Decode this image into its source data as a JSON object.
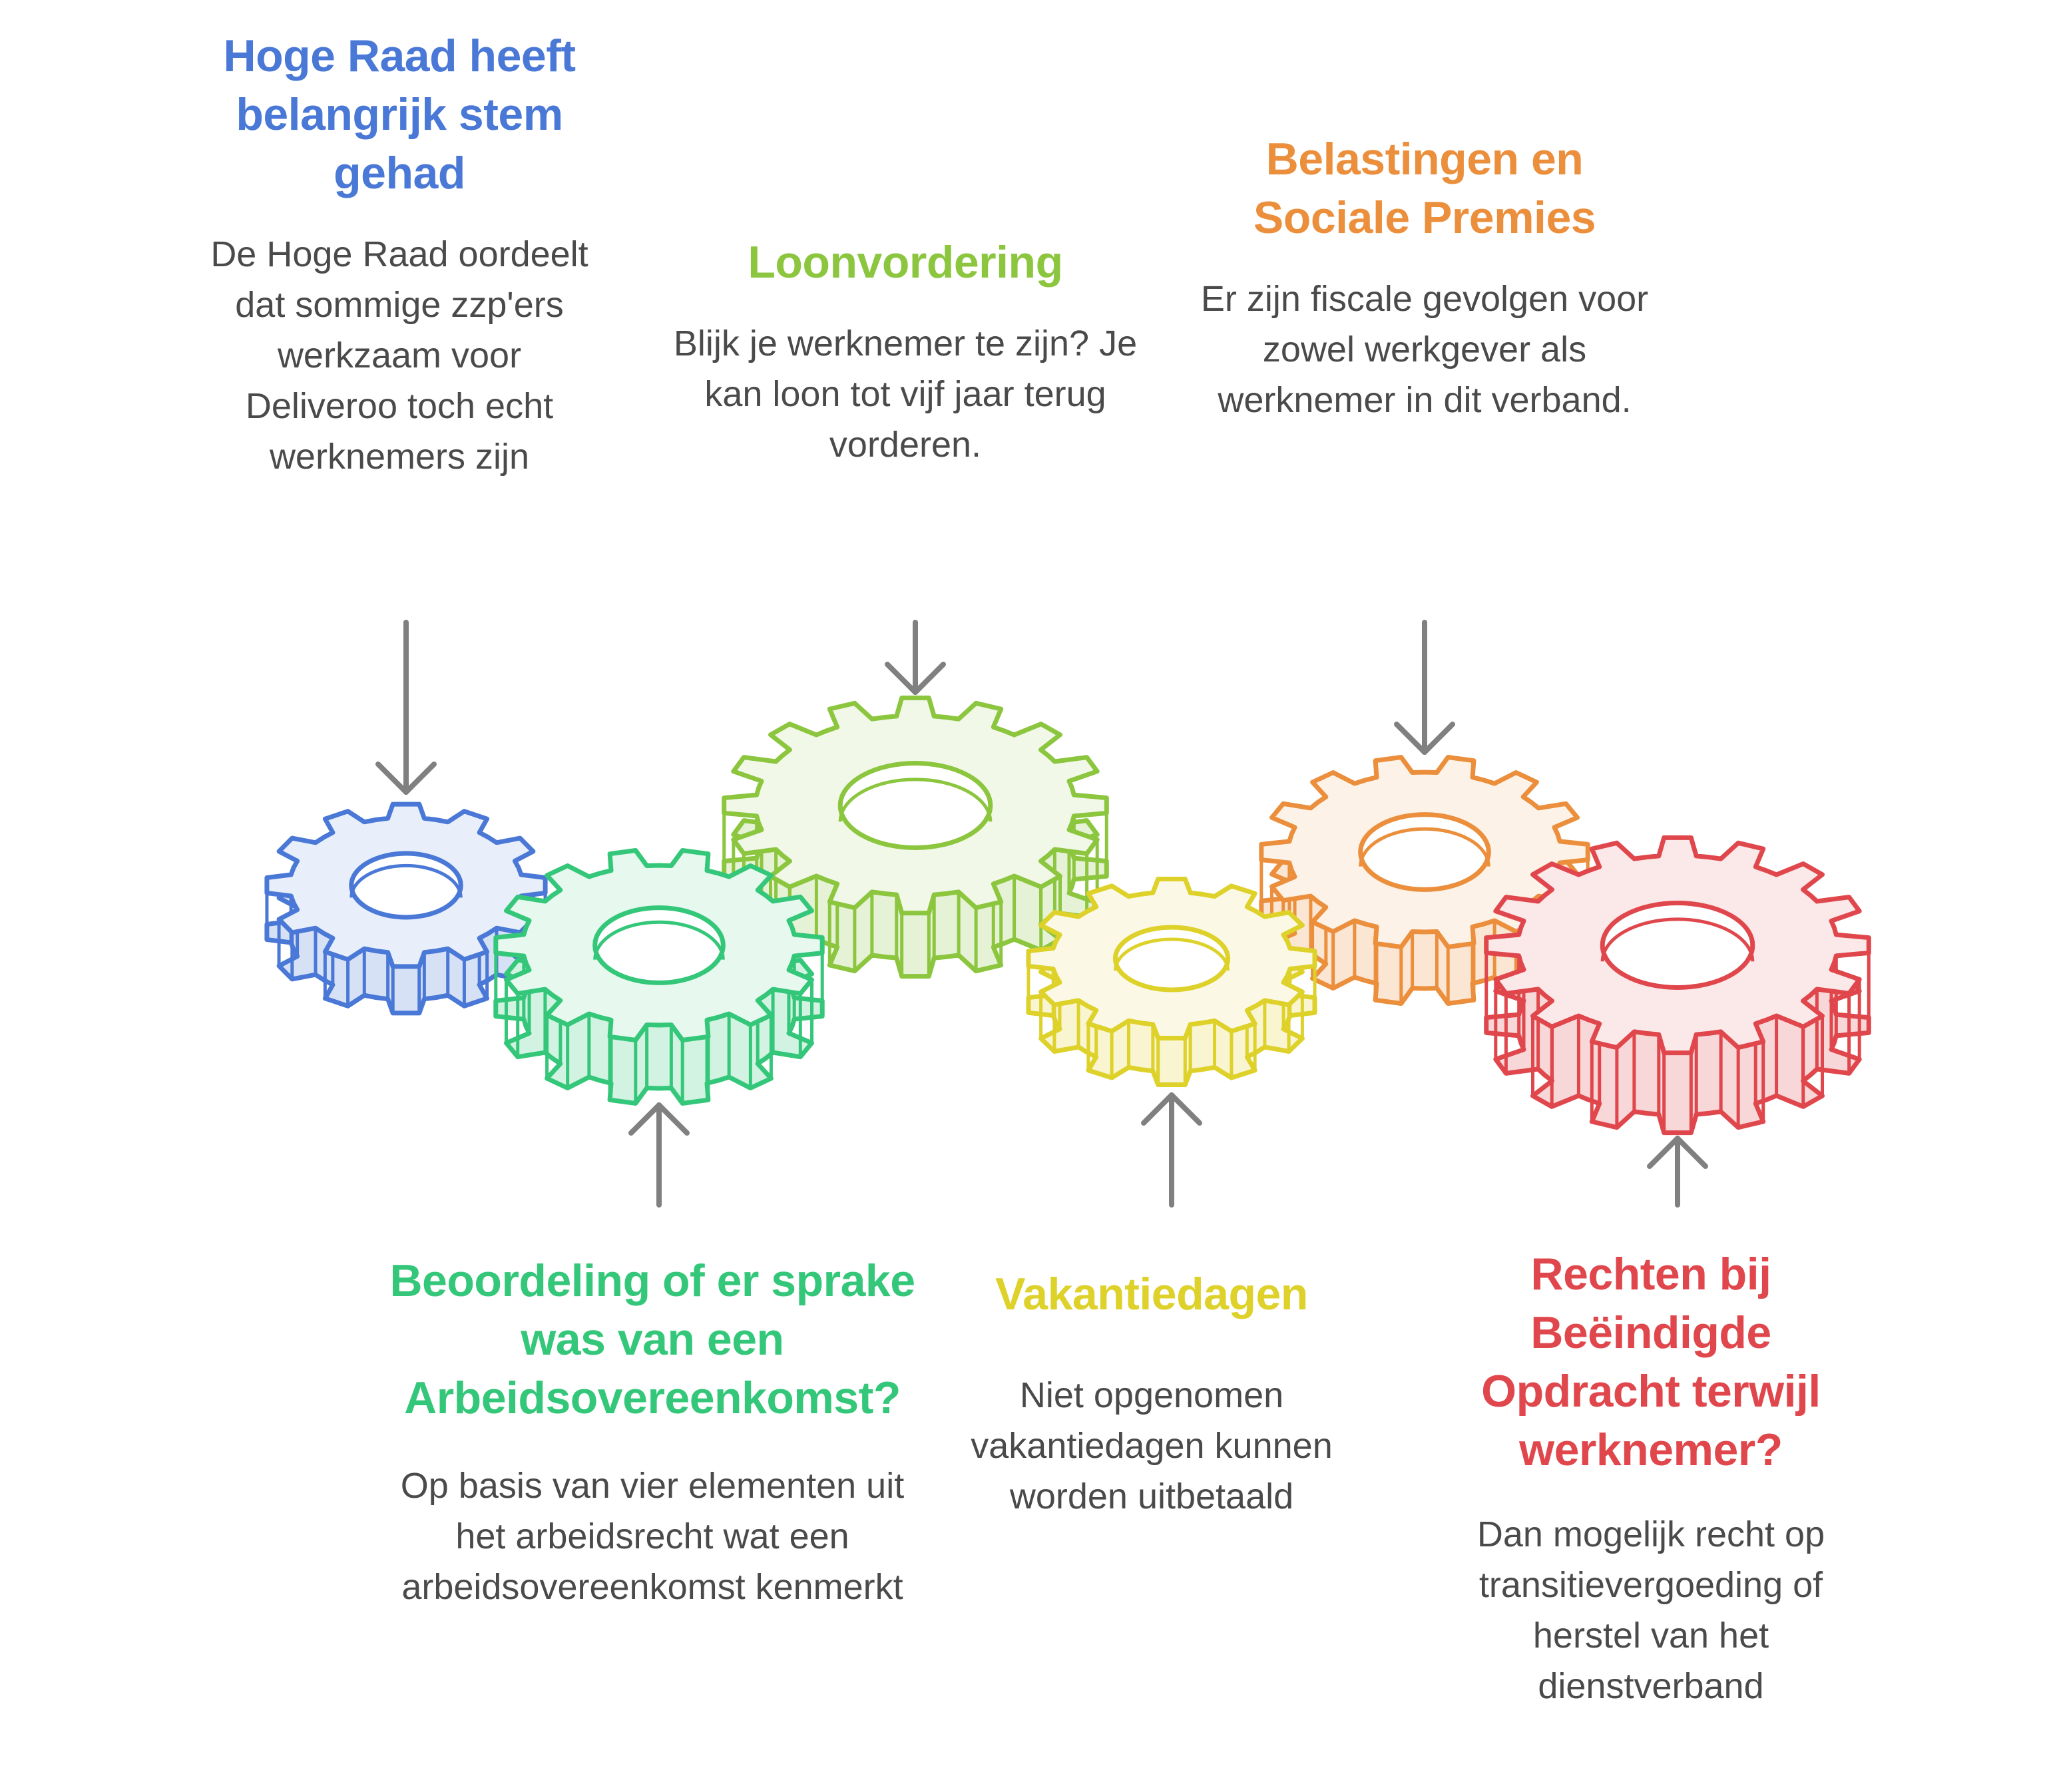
{
  "colors": {
    "blue": "#4a78d6",
    "green": "#34c77a",
    "lime": "#8cc63f",
    "yellow": "#ddd12a",
    "orange": "#eb8f3c",
    "red": "#e0474c",
    "arrow": "#808080"
  },
  "items": {
    "hoge_raad": {
      "title": "Hoge Raad heeft belangrijk stem gehad",
      "description": "De Hoge Raad oordeelt dat sommige zzp'ers werkzaam voor Deliveroo toch echt werknemers zijn"
    },
    "loonvordering": {
      "title": "Loonvordering",
      "description": "Blijk je werknemer te zijn? Je kan loon tot vijf jaar terug vorderen."
    },
    "belastingen": {
      "title": "Belastingen en Sociale Premies",
      "description": "Er zijn fiscale gevolgen voor zowel werkgever als werknemer in dit verband."
    },
    "beoordeling": {
      "title": "Beoordeling of er sprake was van een Arbeidsovereenkomst?",
      "description": "Op basis van vier elementen uit het arbeidsrecht wat een arbeidsovereenkomst kenmerkt"
    },
    "vakantiedagen": {
      "title": "Vakantiedagen",
      "description": "Niet opgenomen vakantiedagen kunnen worden uitbetaald"
    },
    "rechten": {
      "title": "Rechten bij Beëindigde Opdracht terwijl werknemer?",
      "description": "Dan mogelijk recht op transitievergoeding of herstel van het dienstverband"
    }
  }
}
